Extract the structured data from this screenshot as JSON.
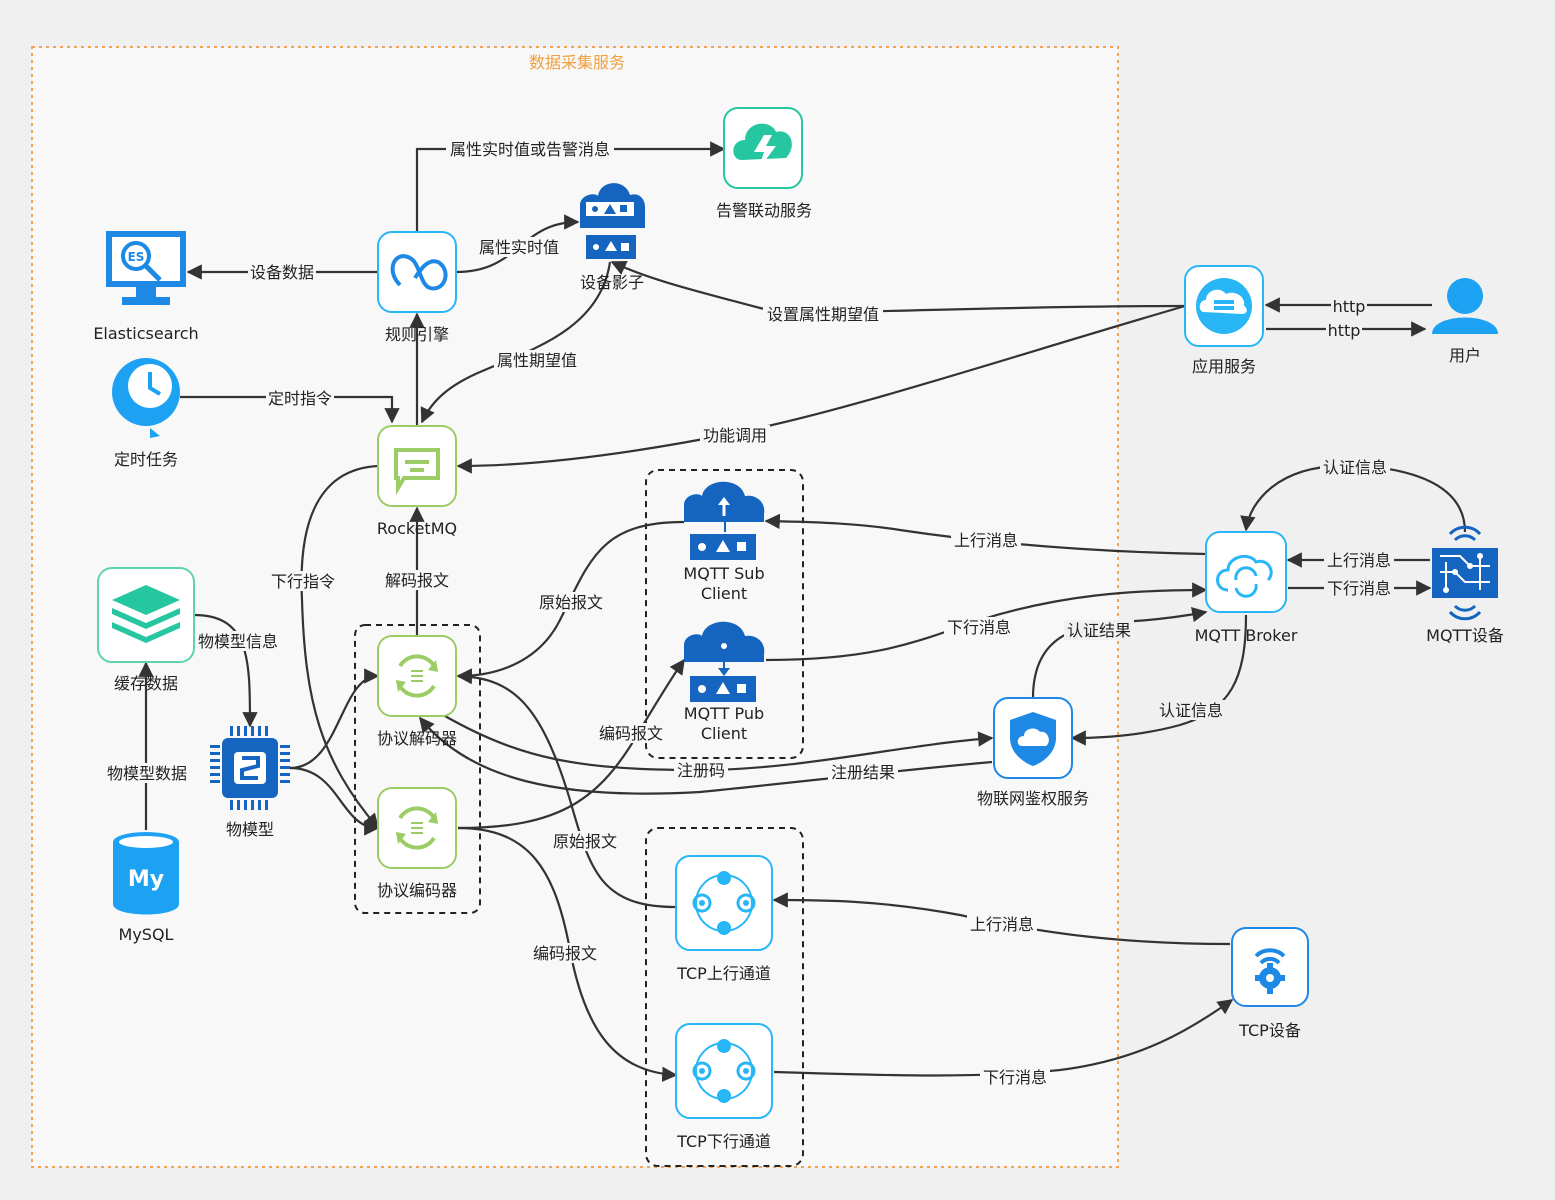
{
  "container": {
    "title": "数据采集服务",
    "title_color": "#f0a040",
    "border_color": "#f4a458"
  },
  "nodes": {
    "elasticsearch": "Elasticsearch",
    "rule_engine": "规则引擎",
    "device_shadow": "设备影子",
    "alarm_service": "告警联动服务",
    "app_service": "应用服务",
    "user": "用户",
    "timer_task": "定时任务",
    "rocketmq": "RocketMQ",
    "cache_data": "缓存数据",
    "thing_model": "物模型",
    "mysql": "MySQL",
    "protocol_decoder": "协议解码器",
    "protocol_encoder": "协议编码器",
    "mqtt_sub_client_1": "MQTT Sub",
    "mqtt_sub_client_2": "Client",
    "mqtt_pub_client_1": "MQTT Pub",
    "mqtt_pub_client_2": "Client",
    "mqtt_broker": "MQTT Broker",
    "mqtt_device": "MQTT设备",
    "iot_auth_service": "物联网鉴权服务",
    "tcp_up_channel": "TCP上行通道",
    "tcp_down_channel": "TCP下行通道",
    "tcp_device": "TCP设备"
  },
  "edges": {
    "rule_to_es": "设备数据",
    "rule_to_alarm": "属性实时值或告警消息",
    "rule_to_shadow": "属性实时值",
    "app_to_shadow": "设置属性期望值",
    "shadow_to_mq": "属性期望值",
    "timer_to_mq": "定时指令",
    "app_to_mq": "功能调用",
    "app_to_user": "http",
    "user_to_app": "http",
    "mq_down": "下行指令",
    "decoder_to_mq": "解码报文",
    "cache_to_model": "物模型信息",
    "mysql_to_cache": "物模型数据",
    "sub_to_decoder": "原始报文",
    "encoder_to_pub": "编码报文",
    "broker_to_sub": "上行消息",
    "pub_to_broker": "下行消息",
    "device_auth": "认证信息",
    "device_up": "上行消息",
    "broker_down": "下行消息",
    "auth_result": "认证结果",
    "auth_info": "认证信息",
    "register_code": "注册码",
    "register_result": "注册结果",
    "tcp_up_to_decoder": "原始报文",
    "encoder_to_tcp_down": "编码报文",
    "tcp_device_up": "上行消息",
    "tcp_down_to_device": "下行消息"
  },
  "colors": {
    "edge": "#333333",
    "icon_blue": "#1e88e5",
    "icon_cyan": "#29b6f6",
    "icon_green": "#9ccc65",
    "icon_teal": "#26c6a0",
    "icon_navy": "#1565c0"
  }
}
